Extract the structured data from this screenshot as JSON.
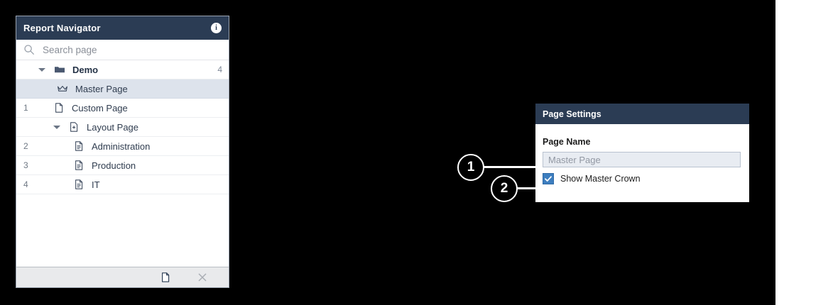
{
  "navigator": {
    "title": "Report Navigator",
    "info_icon": "info-icon",
    "search": {
      "icon": "search-icon",
      "placeholder": "Search page"
    },
    "rows": [
      {
        "number": "",
        "label": "Demo",
        "icon": "folder-icon",
        "caret": "chevron-down-icon",
        "count": "4",
        "selected": false,
        "bold": true
      },
      {
        "number": "",
        "label": "Master Page",
        "icon": "crown-icon",
        "count": "",
        "selected": true,
        "bold": false
      },
      {
        "number": "1",
        "label": "Custom Page",
        "icon": "page-icon",
        "count": "",
        "selected": false,
        "bold": false
      },
      {
        "number": "",
        "label": "Layout Page",
        "icon": "page-add-icon",
        "caret": "chevron-down-icon",
        "count": "",
        "selected": false,
        "bold": false
      },
      {
        "number": "2",
        "label": "Administration",
        "icon": "document-icon",
        "count": "",
        "selected": false,
        "bold": false
      },
      {
        "number": "3",
        "label": "Production",
        "icon": "document-icon",
        "count": "",
        "selected": false,
        "bold": false
      },
      {
        "number": "4",
        "label": "IT",
        "icon": "document-icon",
        "count": "",
        "selected": false,
        "bold": false
      }
    ],
    "footer": {
      "new_page_icon": "new-page-icon",
      "delete_icon": "close-icon"
    }
  },
  "page_settings": {
    "title": "Page Settings",
    "page_name_label": "Page Name",
    "page_name_value": "Master Page",
    "show_master_crown_label": "Show Master Crown",
    "show_master_crown_checked": true
  },
  "callouts": [
    {
      "number": "1"
    },
    {
      "number": "2"
    }
  ],
  "colors": {
    "header_navy": "#2b3c54",
    "selection": "#dde3ec",
    "checkbox_blue": "#3d7ebf",
    "input_fill": "#e8ecf2",
    "footer_gray": "#e9eaec"
  }
}
